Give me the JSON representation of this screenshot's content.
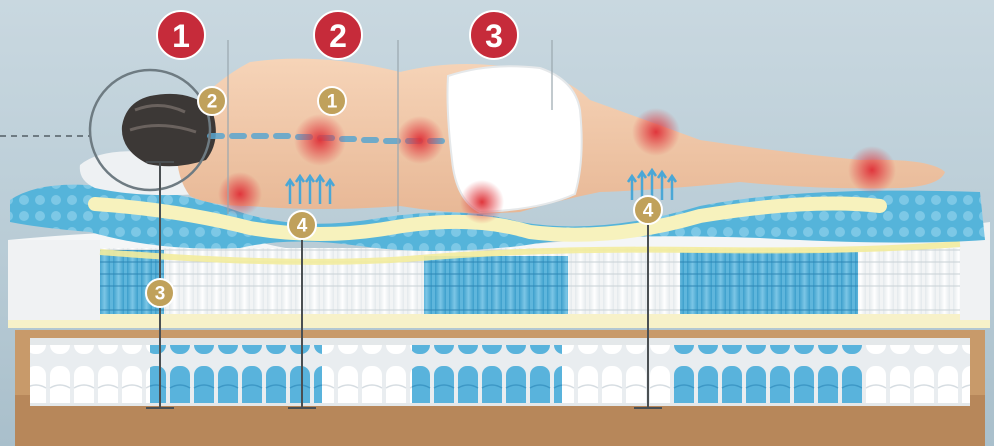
{
  "colors": {
    "red_marker": "#c62b3a",
    "gold_marker": "#c0a15b",
    "pressure_point": "#e0363c",
    "foam_blue": "#4eb0d5",
    "comfort_yellow": "#f6efb4"
  },
  "zones": [
    {
      "label": "1"
    },
    {
      "label": "2"
    },
    {
      "label": "3"
    }
  ],
  "markers": [
    {
      "label": "2"
    },
    {
      "label": "1"
    },
    {
      "label": "3"
    },
    {
      "label": "4"
    },
    {
      "label": "4"
    }
  ]
}
